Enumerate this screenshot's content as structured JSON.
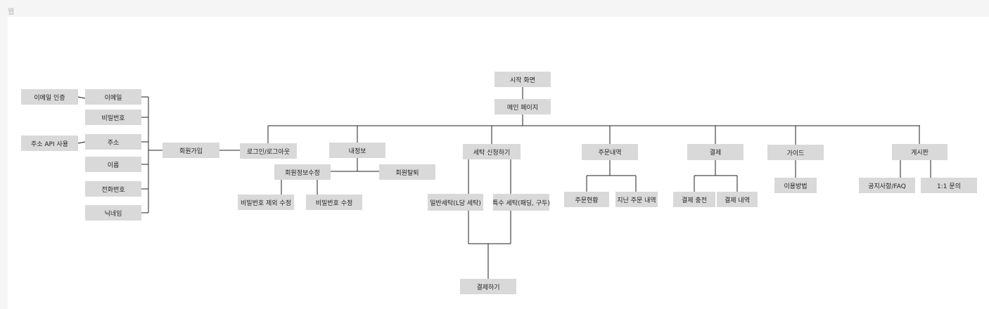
{
  "header": {
    "tab_label": "웹"
  },
  "nodes": {
    "start": "시작 화면",
    "main": "메인 페이지",
    "login": "로그인/로그아웃",
    "signup": "회원가입",
    "email": "이메일",
    "password": "비밀번호",
    "address": "주소",
    "name": "이름",
    "phone": "전화번호",
    "nickname": "닉네임",
    "email_verify": "이메일 인증",
    "address_api": "주소 API 사용",
    "myinfo": "내정보",
    "edit_info": "회원정보수정",
    "withdraw": "회원탈퇴",
    "edit_except_pw": "비밀번호 제외 수정",
    "edit_pw": "비밀번호 수정",
    "laundry_request": "세탁 신청하기",
    "general_laundry": "일반세탁(L당 세탁)",
    "special_laundry": "특수 세탁(패딩, 구두)",
    "payment_go": "결제하기",
    "orders": "주문내역",
    "order_status": "주문현황",
    "past_orders": "지난 주문 내역",
    "payment": "결제",
    "payment_charge": "결제 충전",
    "payment_history": "결제 내역",
    "guide": "가이드",
    "usage": "이용방법",
    "board": "게시판",
    "notice_faq": "공지사항/FAQ",
    "one_on_one": "1:1 문의"
  }
}
